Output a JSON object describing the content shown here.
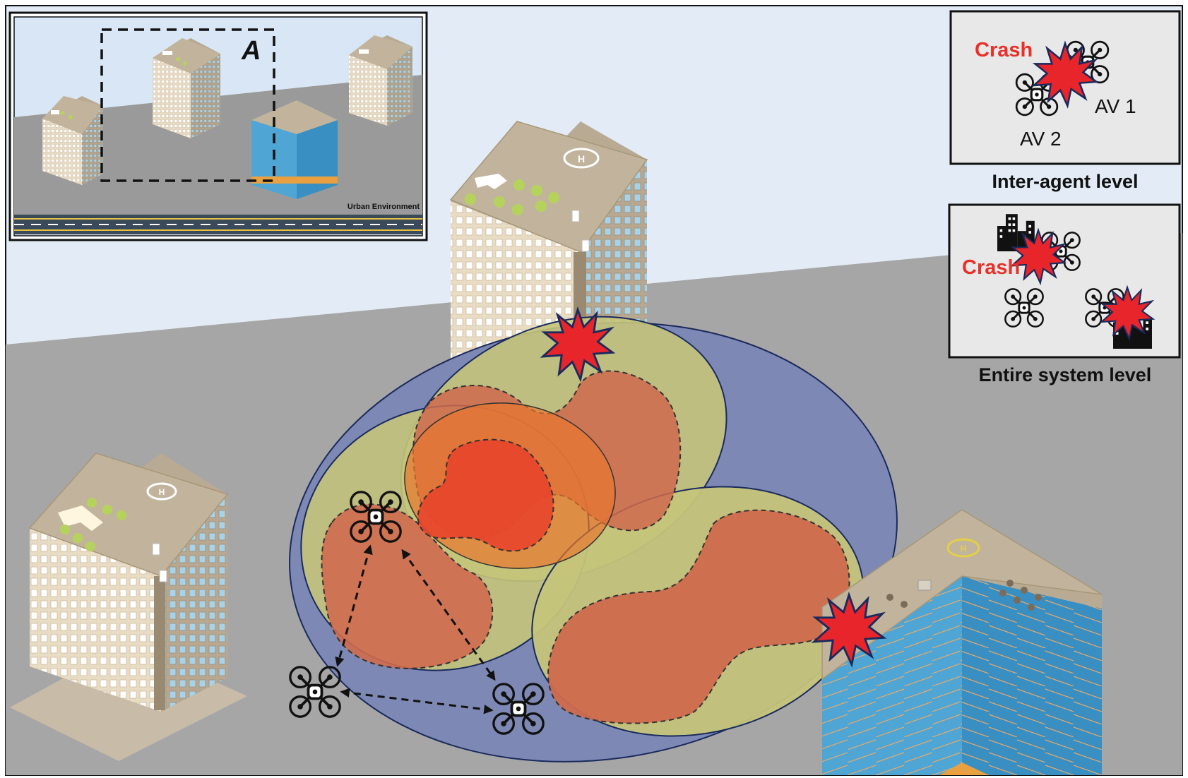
{
  "inset": {
    "region_label": "A",
    "caption": "Urban Environment"
  },
  "inter_agent_panel": {
    "crash_label": "Crash",
    "agent_1_label": "AV 1",
    "agent_2_label": "AV 2",
    "caption": "Inter-agent level"
  },
  "system_panel": {
    "crash_label": "Crash",
    "caption": "Entire system level"
  },
  "colors": {
    "sky": "#e3ecf6",
    "ground": "#a6a6a6",
    "outer_region": "#7d89b4",
    "middle_region": "#c5c47a",
    "core_region": "#cf6a4e",
    "crash_fill": "#e8252a",
    "crash_label": "#e8302a"
  },
  "icons": [
    "drone-icon",
    "crash-burst-icon",
    "building-icon",
    "helipad-icon",
    "bidirectional-arrow-icon"
  ]
}
